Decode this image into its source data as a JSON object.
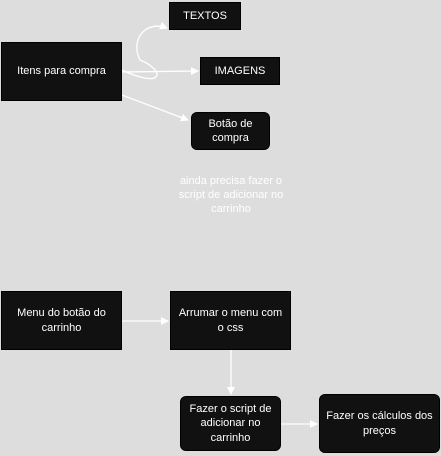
{
  "diagram": {
    "nodes": {
      "itens": "Itens para compra",
      "textos": "TEXTOS",
      "imagens": "IMAGENS",
      "botao": "Botão de compra",
      "menu_botao": "Menu do botão do carrinho",
      "arrumar_menu": "Arrumar o menu com o css",
      "script_carrinho": "Fazer o script de adicionar no carrinho",
      "calculos": "Fazer os cálculos dos preços"
    },
    "notes": {
      "ainda": "ainda precisa fazer o script de adicionar no carrinho"
    },
    "colors": {
      "background": "#dddddd",
      "node_fill": "#111111",
      "node_text": "#ffffff",
      "edge": "#ffffff"
    }
  }
}
